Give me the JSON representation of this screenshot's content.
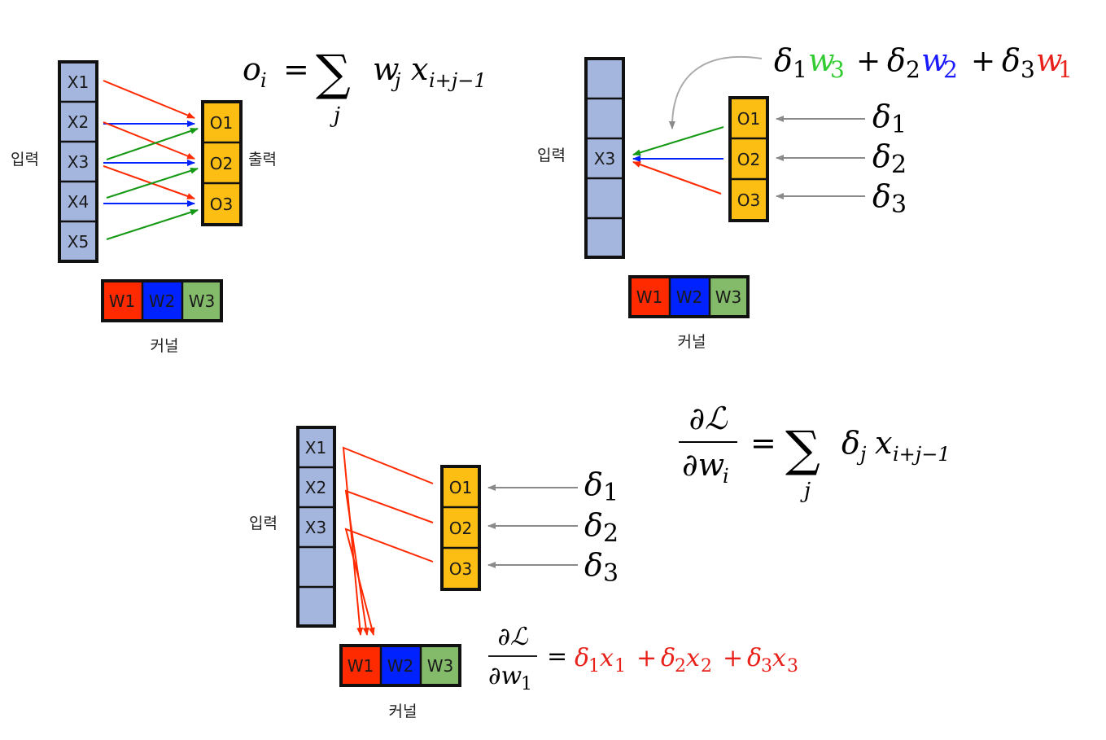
{
  "colors": {
    "input_cell": "#a4b6de",
    "output_cell": "#fdbe14",
    "w1": "#ff2a00",
    "w2": "#0022ff",
    "w3": "#84bb6a",
    "arrow_red": "#ff2a00",
    "arrow_blue": "#0022ff",
    "arrow_green": "#159915",
    "arrow_gray": "#8a8a8a",
    "formula_red": "#e8211a",
    "formula_green": "#33cc33",
    "formula_blue": "#1a1aff"
  },
  "labels": {
    "input": "입력",
    "output": "출력",
    "kernel": "커널"
  },
  "panel1": {
    "inputs": [
      "X1",
      "X2",
      "X3",
      "X4",
      "X5"
    ],
    "outputs": [
      "O1",
      "O2",
      "O3"
    ],
    "kernel": [
      "W1",
      "W2",
      "W3"
    ],
    "formula": {
      "lhs": "o",
      "lhs_sub": "i",
      "eq": "=",
      "sum": "∑",
      "sum_sub": "j",
      "w": "w",
      "w_sub": "j",
      "x": "x",
      "x_sub": "i+j−1"
    }
  },
  "panel2": {
    "inputs": [
      "",
      "",
      "X3",
      "",
      ""
    ],
    "outputs": [
      "O1",
      "O2",
      "O3"
    ],
    "kernel": [
      "W1",
      "W2",
      "W3"
    ],
    "deltas": [
      {
        "sym": "δ",
        "sub": "1"
      },
      {
        "sym": "δ",
        "sub": "2"
      },
      {
        "sym": "δ",
        "sub": "3"
      }
    ],
    "formula": {
      "t1_delta": "δ",
      "t1_delta_sub": "1",
      "t1_w": "w",
      "t1_w_sub": "3",
      "plus1": "+",
      "t2_delta": "δ",
      "t2_delta_sub": "2",
      "t2_w": "w",
      "t2_w_sub": "2",
      "plus2": "+",
      "t3_delta": "δ",
      "t3_delta_sub": "3",
      "t3_w": "w",
      "t3_w_sub": "1"
    }
  },
  "panel3": {
    "inputs": [
      "X1",
      "X2",
      "X3",
      "",
      ""
    ],
    "outputs": [
      "O1",
      "O2",
      "O3"
    ],
    "kernel": [
      "W1",
      "W2",
      "W3"
    ],
    "deltas": [
      {
        "sym": "δ",
        "sub": "1"
      },
      {
        "sym": "δ",
        "sub": "2"
      },
      {
        "sym": "δ",
        "sub": "3"
      }
    ],
    "formula_general": {
      "num": "∂ℒ",
      "den": "∂w",
      "den_sub": "i",
      "eq": "=",
      "sum": "∑",
      "sum_sub": "j",
      "delta": "δ",
      "delta_sub": "j",
      "x": "x",
      "x_sub": "i+j−1"
    },
    "formula_specific": {
      "num": "∂ℒ",
      "den": "∂w",
      "den_sub": "1",
      "eq": "=",
      "t1": "δ",
      "t1_sub": "1",
      "t1_x": "x",
      "t1_x_sub": "1",
      "plus1": "+",
      "t2": "δ",
      "t2_sub": "2",
      "t2_x": "x",
      "t2_x_sub": "2",
      "plus2": "+",
      "t3": "δ",
      "t3_sub": "3",
      "t3_x": "x",
      "t3_x_sub": "3"
    }
  }
}
